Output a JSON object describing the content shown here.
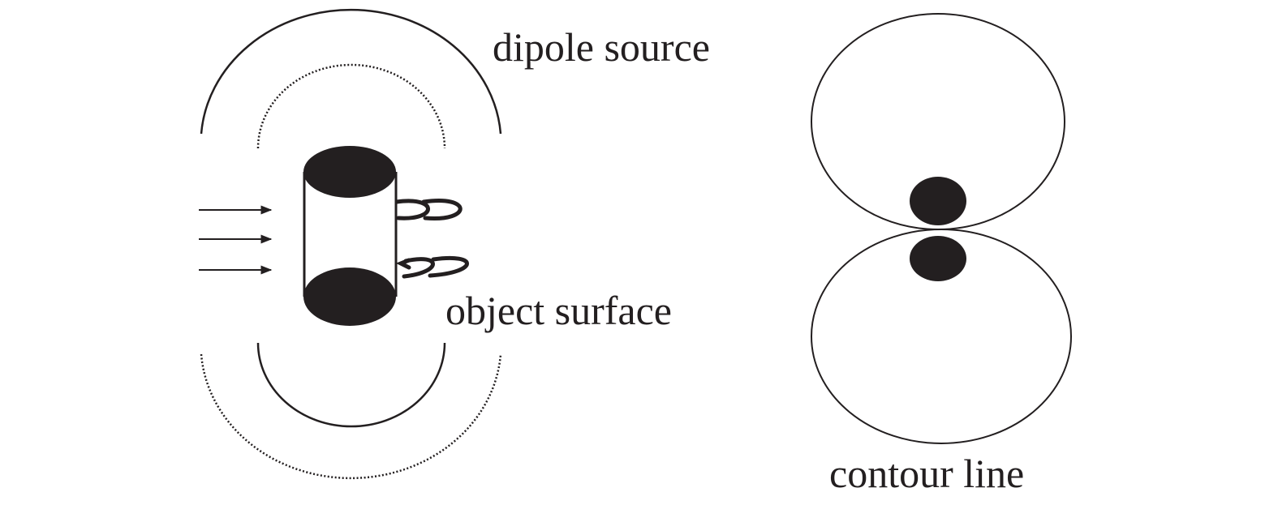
{
  "labels": {
    "dipole_source": "dipole source",
    "object_surface": "object surface",
    "contour_line": "contour line"
  },
  "colors": {
    "ink": "#231f20",
    "background": "#ffffff"
  }
}
